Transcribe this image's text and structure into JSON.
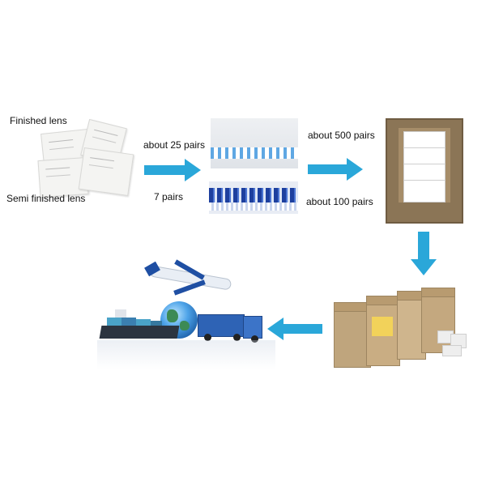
{
  "labels": {
    "finished_lens": "Finished lens",
    "semi_finished_lens": "Semi finished lens",
    "about_25_pairs": "about 25  pairs",
    "seven_pairs": "7 pairs",
    "about_500_pairs": "about 500 pairs",
    "about_100_pairs": "about 100 pairs"
  },
  "colors": {
    "arrow": "#2aa7d9",
    "carton": "#c9ad83",
    "lens_blue": "#1d3f9e"
  },
  "icons": [
    "lens-envelope-icon",
    "packed-lens-tray-icon",
    "open-carton-icon",
    "shipping-cartons-icon",
    "airplane-icon",
    "globe-icon",
    "truck-icon",
    "cargo-ship-icon"
  ]
}
